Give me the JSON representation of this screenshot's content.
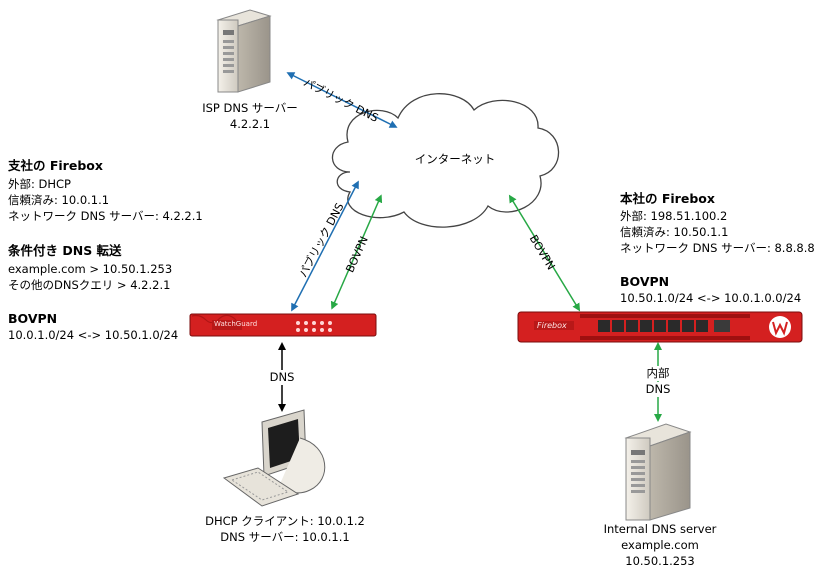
{
  "isp_dns": {
    "title": "ISP DNS サーバー",
    "ip": "4.2.2.1"
  },
  "cloud": {
    "label": "インターネット"
  },
  "links": {
    "public_dns_top": "パブリック DNS",
    "public_dns_left": "パブリック DNS",
    "bovpn_left": "BOVPN",
    "bovpn_right": "BOVPN",
    "client_dns": "DNS",
    "internal_dns": [
      "内部",
      "DNS"
    ]
  },
  "branch": {
    "title": "支社の Firebox",
    "external": "外部: DHCP",
    "trusted": "信頼済み: 10.0.1.1",
    "network_dns": "ネットワーク DNS サーバー: 4.2.2.1",
    "conditional_title": "条件付き DNS 転送",
    "rule1": "example.com > 10.50.1.253",
    "rule2": "その他のDNSクエリ > 4.2.2.1",
    "bovpn_title": "BOVPN",
    "bovpn_route": "10.0.1.0/24 <-> 10.50.1.0/24"
  },
  "hq": {
    "title": "本社の Firebox",
    "external": "外部: 198.51.100.2",
    "trusted": "信頼済み: 10.50.1.1",
    "network_dns": "ネットワーク DNS サーバー: 8.8.8.8",
    "bovpn_title": "BOVPN",
    "bovpn_route": "10.50.1.0/24 <-> 10.0.1.0.0/24"
  },
  "client": {
    "line1": "DHCP クライアント: 10.0.1.2",
    "line2": "DNS サーバー: 10.0.1.1"
  },
  "internal_dns_server": {
    "line1": "Internal DNS server",
    "line2": "example.com",
    "line3": "10.50.1.253"
  },
  "devices": {
    "small_brand": "WatchGuard",
    "large_brand": "Firebox"
  },
  "colors": {
    "firebox_red": "#d42020",
    "arrow_blue": "#1f6fb2",
    "arrow_green": "#27a845",
    "arrow_black": "#000000"
  }
}
